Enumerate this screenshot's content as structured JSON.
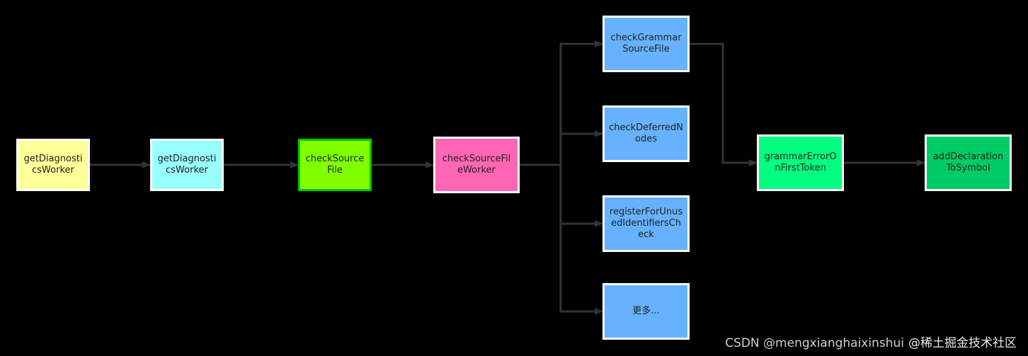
{
  "nodes": [
    {
      "id": "n1",
      "label": "getDiagnosticsWorker",
      "color": "#ffff99"
    },
    {
      "id": "n2",
      "label": "getDiagnosticsWorker",
      "color": "#99ffff"
    },
    {
      "id": "n3",
      "label": "checkSourceFile",
      "color": "#80ff00",
      "border": "#00cc00"
    },
    {
      "id": "n4",
      "label": "checkSourceFileWorker",
      "color": "#ff66b3"
    },
    {
      "id": "n5",
      "label": "checkGrammarSourceFile",
      "color": "#66b2ff"
    },
    {
      "id": "n6",
      "label": "checkDeferredNodes",
      "color": "#66b2ff"
    },
    {
      "id": "n7",
      "label": "registerForUnusedIdentifiersCheck",
      "color": "#66b2ff"
    },
    {
      "id": "n8",
      "label": "更多...",
      "color": "#66b2ff"
    },
    {
      "id": "n9",
      "label": "grammarErrorOnFirstToken",
      "color": "#00ff80"
    },
    {
      "id": "n10",
      "label": "addDeclarationToSymbol",
      "color": "#00cc66"
    }
  ],
  "edges": [
    {
      "from": "n1",
      "to": "n2"
    },
    {
      "from": "n2",
      "to": "n3"
    },
    {
      "from": "n3",
      "to": "n4"
    },
    {
      "from": "n4",
      "to": "n5"
    },
    {
      "from": "n4",
      "to": "n6"
    },
    {
      "from": "n4",
      "to": "n7"
    },
    {
      "from": "n4",
      "to": "n8"
    },
    {
      "from": "n5",
      "to": "n9"
    },
    {
      "from": "n9",
      "to": "n10"
    }
  ],
  "watermark": {
    "csdn": "CSDN @mengxianghaixinshui",
    "juejin": "@稀土掘金技术社区"
  },
  "colors": {
    "background": "#000000",
    "edge": "#333333"
  }
}
